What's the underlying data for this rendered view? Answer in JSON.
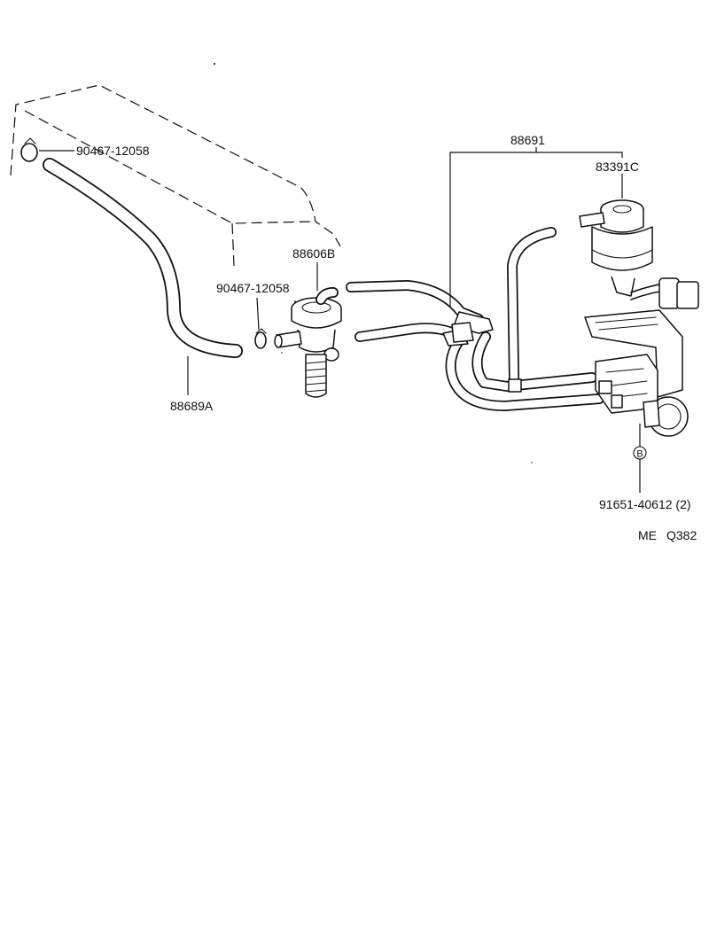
{
  "parts": {
    "clamp_top": "90467-12058",
    "clamp_mid": "90467-12058",
    "hose_left": "88689A",
    "valve": "88606B",
    "hose_assembly": "88691",
    "vsv": "83391C",
    "bolt_marker": "B",
    "bolt": "91651-40612 (2)"
  },
  "footer": {
    "code_prefix": "ME",
    "code": "Q382"
  }
}
